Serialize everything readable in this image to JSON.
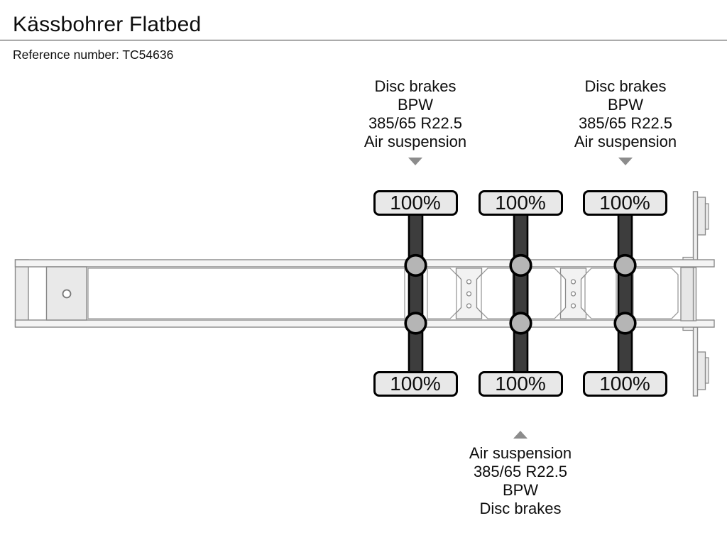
{
  "header": {
    "title": "Kässbohrer Flatbed",
    "reference": "Reference number: TC54636"
  },
  "diagram": {
    "annotations": {
      "top_left": {
        "lines": [
          "Disc brakes",
          "BPW",
          "385/65 R22.5",
          "Air suspension"
        ]
      },
      "top_right": {
        "lines": [
          "Disc brakes",
          "BPW",
          "385/65 R22.5",
          "Air suspension"
        ]
      },
      "bottom": {
        "lines": [
          "Air suspension",
          "385/65 R22.5",
          "BPW",
          "Disc brakes"
        ]
      }
    },
    "axles": [
      {
        "id": "axle-1",
        "top_condition": "100%",
        "bottom_condition": "100%"
      },
      {
        "id": "axle-2",
        "top_condition": "100%",
        "bottom_condition": "100%"
      },
      {
        "id": "axle-3",
        "top_condition": "100%",
        "bottom_condition": "100%"
      }
    ],
    "colors": {
      "axle_bar": "#3d3d3d",
      "wheel_hub": "#b5b5b5",
      "condition_badge_fill": "#e8e8e8",
      "condition_badge_border": "#000000",
      "chassis_fill": "#f4f4f4",
      "chassis_outline": "#8a8a8a",
      "arrow": "#8c8c8c"
    }
  }
}
